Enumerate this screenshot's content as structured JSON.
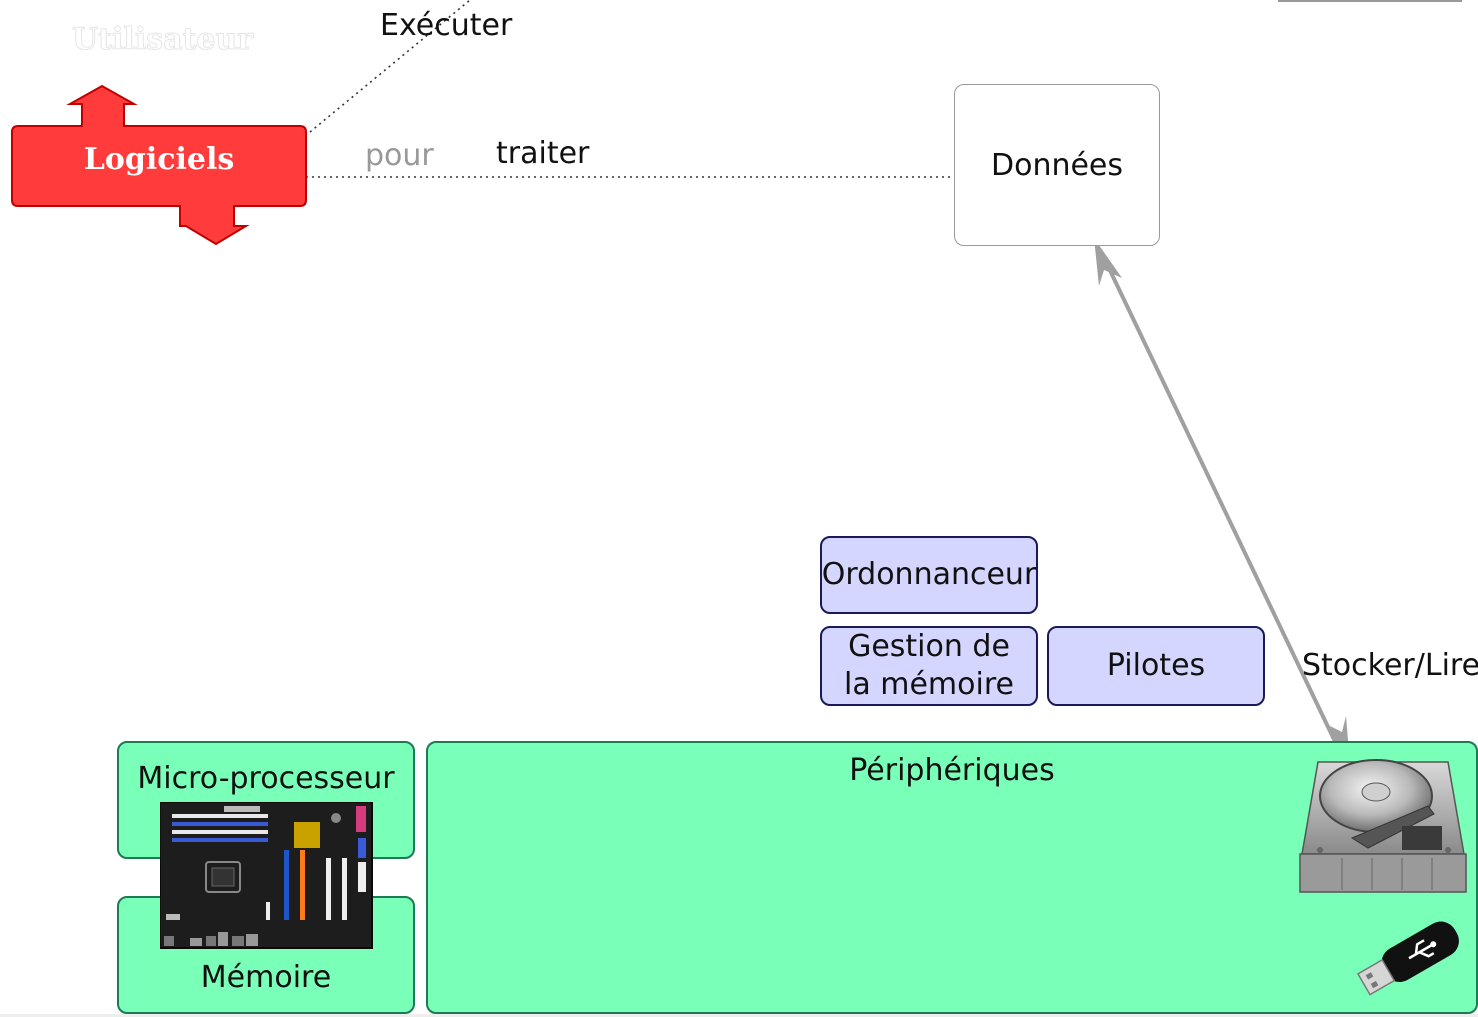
{
  "labels": {
    "utilisateur": "Utilisateur",
    "executer": "Exécuter",
    "logiciels": "Logiciels",
    "pour": "pour",
    "traiter": "traiter",
    "donnees": "Données",
    "stocker_lire": "Stocker/Lire"
  },
  "os_components": {
    "ordonnanceur": "Ordonnanceur",
    "gestion_memoire_line1": "Gestion de",
    "gestion_memoire_line2": "la mémoire",
    "pilotes": "Pilotes"
  },
  "hardware": {
    "microprocesseur": "Micro-processeur",
    "memoire": "Mémoire",
    "peripheriques": "Périphériques"
  },
  "colors": {
    "logiciels_fill": "#ff3b3b",
    "logiciels_stroke": "#c00000",
    "hardware_fill": "#7affb8",
    "os_fill": "#d5d6ff",
    "arrow_gray": "#a0a0a0"
  }
}
